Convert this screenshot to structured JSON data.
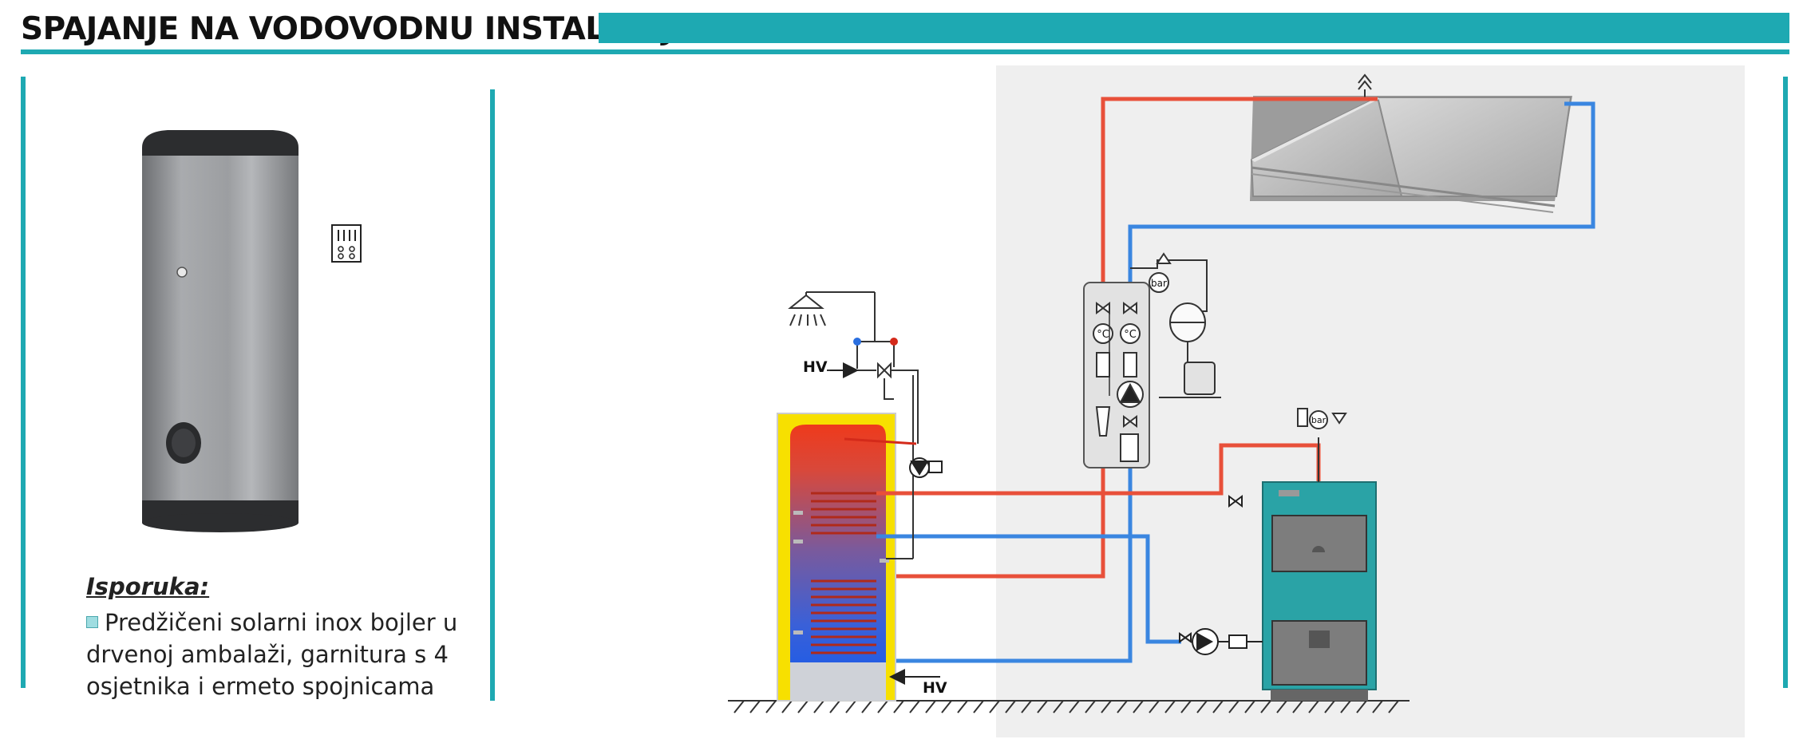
{
  "header": {
    "title": "SPAJANJE NA VODOVODNU INSTALACIJU:"
  },
  "delivery": {
    "title": "Isporuka:",
    "text": "Predžičeni solarni inox bojler u drvenoj ambalaži, garnitura s 4 osjetnika i ermeto spojnicama"
  },
  "diagram": {
    "hv_top": "HV",
    "hv_bottom": "HV",
    "thermo_left": "°C",
    "thermo_right": "°C",
    "bar_station": "bar",
    "bar_boiler": "bar"
  },
  "colors": {
    "accent": "#1ea9b2",
    "hot": "#e8503a",
    "cold": "#3a86e0",
    "boiler": "#2aa3a6"
  }
}
